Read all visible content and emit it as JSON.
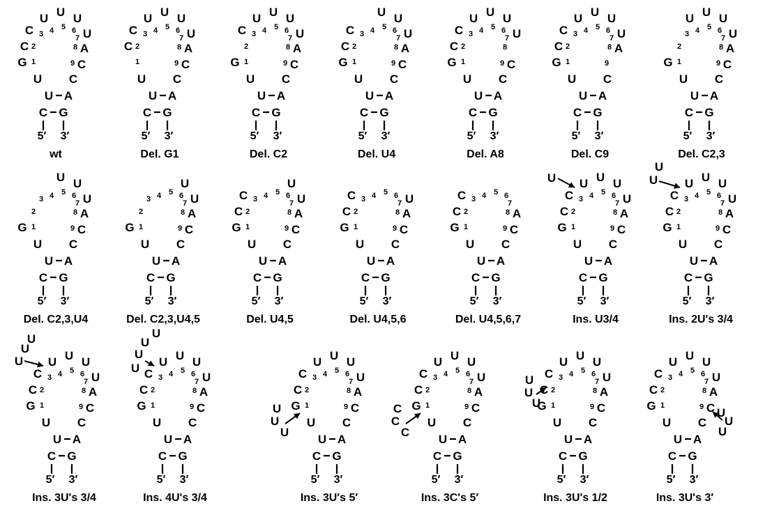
{
  "ink": "#000000",
  "background": "#ffffff",
  "panels": [
    {
      "caption": "wt",
      "loop": {
        "1": "G",
        "2": "C",
        "3": "C",
        "4": "U",
        "5": "U",
        "6": "U",
        "7": "U",
        "8": "A",
        "9": "C"
      },
      "indices": [
        "1",
        "2",
        "3",
        "4",
        "5",
        "6",
        "7",
        "8",
        "9"
      ],
      "stem": {
        "n1": "U",
        "n2": "A",
        "n3": "C",
        "n4": "G"
      },
      "ends": {
        "five": "5′",
        "three": "3′"
      }
    },
    {
      "caption": "Del. G1",
      "loop": {
        "2": "C",
        "3": "C",
        "4": "U",
        "5": "U",
        "6": "U",
        "7": "U",
        "8": "A",
        "9": "C"
      },
      "indices": [
        "1",
        "2",
        "3",
        "4",
        "5",
        "6",
        "7",
        "8",
        "9"
      ],
      "stem": {
        "n1": "U",
        "n2": "A",
        "n3": "C",
        "n4": "G"
      },
      "ends": {
        "five": "5′",
        "three": "3′"
      }
    },
    {
      "caption": "Del. C2",
      "loop": {
        "1": "G",
        "3": "C",
        "4": "U",
        "5": "U",
        "6": "U",
        "7": "U",
        "8": "A",
        "9": "C"
      },
      "indices": [
        "1",
        "2",
        "3",
        "4",
        "5",
        "6",
        "7",
        "8",
        "9"
      ],
      "stem": {
        "n1": "U",
        "n2": "A",
        "n3": "C",
        "n4": "G"
      },
      "ends": {
        "five": "5′",
        "three": "3′"
      }
    },
    {
      "caption": "Del. U4",
      "loop": {
        "1": "G",
        "2": "C",
        "3": "C",
        "5": "U",
        "6": "U",
        "7": "U",
        "8": "A",
        "9": "C"
      },
      "indices": [
        "1",
        "2",
        "3",
        "4",
        "5",
        "6",
        "7",
        "8",
        "9"
      ],
      "stem": {
        "n1": "U",
        "n2": "A",
        "n3": "C",
        "n4": "G"
      },
      "ends": {
        "five": "5′",
        "three": "3′"
      }
    },
    {
      "caption": "Del. A8",
      "loop": {
        "1": "G",
        "2": "C",
        "3": "C",
        "4": "U",
        "5": "U",
        "6": "U",
        "7": "U",
        "9": "C"
      },
      "indices": [
        "1",
        "2",
        "3",
        "4",
        "5",
        "6",
        "7",
        "8",
        "9"
      ],
      "stem": {
        "n1": "U",
        "n2": "A",
        "n3": "C",
        "n4": "G"
      },
      "ends": {
        "five": "5′",
        "three": "3′"
      }
    },
    {
      "caption": "Del. C9",
      "loop": {
        "1": "G",
        "2": "C",
        "3": "C",
        "4": "U",
        "5": "U",
        "6": "U",
        "7": "U",
        "8": "A"
      },
      "indices": [
        "1",
        "2",
        "3",
        "4",
        "5",
        "6",
        "7",
        "8",
        "9"
      ],
      "stem": {
        "n1": "U",
        "n2": "A",
        "n3": "C",
        "n4": "G"
      },
      "ends": {
        "five": "5′",
        "three": "3′"
      }
    },
    {
      "caption": "Del. C2,3",
      "loop": {
        "1": "G",
        "4": "U",
        "5": "U",
        "6": "U",
        "7": "U",
        "8": "A",
        "9": "C"
      },
      "indices": [
        "1",
        "2",
        "3",
        "4",
        "5",
        "6",
        "7",
        "8",
        "9"
      ],
      "stem": {
        "n1": "U",
        "n2": "A",
        "n3": "C",
        "n4": "G"
      },
      "ends": {
        "five": "5′",
        "three": "3′"
      }
    },
    {
      "caption": "Del. C2,3,U4",
      "loop": {
        "1": "G",
        "5": "U",
        "6": "U",
        "7": "U",
        "8": "A",
        "9": "C"
      },
      "indices": [
        "1",
        "2",
        "3",
        "4",
        "5",
        "6",
        "7",
        "8",
        "9"
      ],
      "stem": {
        "n1": "U",
        "n2": "A",
        "n3": "C",
        "n4": "G"
      },
      "ends": {
        "five": "5′",
        "three": "3′"
      }
    },
    {
      "caption": "Del. C2,3,U4,5",
      "loop": {
        "1": "G",
        "6": "U",
        "7": "U",
        "8": "A",
        "9": "C"
      },
      "indices": [
        "1",
        "2",
        "3",
        "4",
        "5",
        "6",
        "7",
        "8",
        "9"
      ],
      "stem": {
        "n1": "U",
        "n2": "A",
        "n3": "C",
        "n4": "G"
      },
      "ends": {
        "five": "5′",
        "three": "3′"
      }
    },
    {
      "caption": "Del. U4,5",
      "loop": {
        "1": "G",
        "2": "C",
        "3": "C",
        "6": "U",
        "7": "U",
        "8": "A",
        "9": "C"
      },
      "indices": [
        "1",
        "2",
        "3",
        "4",
        "5",
        "6",
        "7",
        "8",
        "9"
      ],
      "stem": {
        "n1": "U",
        "n2": "A",
        "n3": "C",
        "n4": "G"
      },
      "ends": {
        "five": "5′",
        "three": "3′"
      }
    },
    {
      "caption": "Del. U4,5,6",
      "loop": {
        "1": "G",
        "2": "C",
        "3": "C",
        "7": "U",
        "8": "A",
        "9": "C"
      },
      "indices": [
        "1",
        "2",
        "3",
        "4",
        "5",
        "6",
        "7",
        "8",
        "9"
      ],
      "stem": {
        "n1": "U",
        "n2": "A",
        "n3": "C",
        "n4": "G"
      },
      "ends": {
        "five": "5′",
        "three": "3′"
      }
    },
    {
      "caption": "Del. U4,5,6,7",
      "loop": {
        "1": "G",
        "2": "C",
        "3": "C",
        "8": "A",
        "9": "C"
      },
      "indices": [
        "1",
        "2",
        "3",
        "4",
        "5",
        "6",
        "7",
        "8",
        "9"
      ],
      "stem": {
        "n1": "U",
        "n2": "A",
        "n3": "C",
        "n4": "G"
      },
      "ends": {
        "five": "5′",
        "three": "3′"
      }
    },
    {
      "caption": "Ins. U3/4",
      "loop": {
        "1": "G",
        "2": "C",
        "3": "C",
        "4": "U",
        "5": "U",
        "6": "U",
        "7": "U",
        "8": "A",
        "9": "C"
      },
      "indices": [
        "1",
        "2",
        "3",
        "4",
        "5",
        "6",
        "7",
        "8",
        "9"
      ],
      "stem": {
        "n1": "U",
        "n2": "A",
        "n3": "C",
        "n4": "G"
      },
      "ends": {
        "five": "5′",
        "three": "3′"
      },
      "insertion": {
        "site": "3/4",
        "bases": [
          "U"
        ]
      }
    },
    {
      "caption": "Ins. 2U's 3/4",
      "loop": {
        "1": "G",
        "2": "C",
        "3": "C",
        "4": "U",
        "5": "U",
        "6": "U",
        "7": "U",
        "8": "A",
        "9": "C"
      },
      "indices": [
        "1",
        "2",
        "3",
        "4",
        "5",
        "6",
        "7",
        "8",
        "9"
      ],
      "stem": {
        "n1": "U",
        "n2": "A",
        "n3": "C",
        "n4": "G"
      },
      "ends": {
        "five": "5′",
        "three": "3′"
      },
      "insertion": {
        "site": "3/4",
        "bases": [
          "U",
          "U"
        ]
      }
    },
    {
      "caption": "Ins. 3U's 3/4",
      "loop": {
        "1": "G",
        "2": "C",
        "3": "C",
        "4": "U",
        "5": "U",
        "6": "U",
        "7": "U",
        "8": "A",
        "9": "C"
      },
      "indices": [
        "1",
        "2",
        "3",
        "4",
        "5",
        "6",
        "7",
        "8",
        "9"
      ],
      "stem": {
        "n1": "U",
        "n2": "A",
        "n3": "C",
        "n4": "G"
      },
      "ends": {
        "five": "5′",
        "three": "3′"
      },
      "insertion": {
        "site": "3/4",
        "bases": [
          "U",
          "U",
          "U"
        ]
      }
    },
    {
      "caption": "Ins. 4U's 3/4",
      "loop": {
        "1": "G",
        "2": "C",
        "3": "C",
        "4": "U",
        "5": "U",
        "6": "U",
        "7": "U",
        "8": "A",
        "9": "C"
      },
      "indices": [
        "1",
        "2",
        "3",
        "4",
        "5",
        "6",
        "7",
        "8",
        "9"
      ],
      "stem": {
        "n1": "U",
        "n2": "A",
        "n3": "C",
        "n4": "G"
      },
      "ends": {
        "five": "5′",
        "three": "3′"
      },
      "insertion": {
        "site": "3/4",
        "bases": [
          "U",
          "U",
          "U",
          "U"
        ]
      }
    },
    {
      "caption": "Ins. 3U's 5′",
      "loop": {
        "1": "G",
        "2": "C",
        "3": "C",
        "4": "U",
        "5": "U",
        "6": "U",
        "7": "U",
        "8": "A",
        "9": "C"
      },
      "indices": [
        "1",
        "2",
        "3",
        "4",
        "5",
        "6",
        "7",
        "8",
        "9"
      ],
      "stem": {
        "n1": "U",
        "n2": "A",
        "n3": "C",
        "n4": "G"
      },
      "ends": {
        "five": "5′",
        "three": "3′"
      },
      "insertion": {
        "site": "5′",
        "bases": [
          "U",
          "U",
          "U"
        ]
      }
    },
    {
      "caption": "Ins. 3C's 5′",
      "loop": {
        "1": "G",
        "2": "C",
        "3": "C",
        "4": "U",
        "5": "U",
        "6": "U",
        "7": "U",
        "8": "A",
        "9": "C"
      },
      "indices": [
        "1",
        "2",
        "3",
        "4",
        "5",
        "6",
        "7",
        "8",
        "9"
      ],
      "stem": {
        "n1": "U",
        "n2": "A",
        "n3": "C",
        "n4": "G"
      },
      "ends": {
        "five": "5′",
        "three": "3′"
      },
      "insertion": {
        "site": "5′",
        "bases": [
          "C",
          "C",
          "C"
        ]
      }
    },
    {
      "caption": "Ins. 3U's 1/2",
      "loop": {
        "1": "G",
        "2": "C",
        "3": "C",
        "4": "U",
        "5": "U",
        "6": "U",
        "7": "U",
        "8": "A",
        "9": "C"
      },
      "indices": [
        "1",
        "2",
        "3",
        "4",
        "5",
        "6",
        "7",
        "8",
        "9"
      ],
      "stem": {
        "n1": "U",
        "n2": "A",
        "n3": "C",
        "n4": "G"
      },
      "ends": {
        "five": "5′",
        "three": "3′"
      },
      "insertion": {
        "site": "1/2",
        "bases": [
          "U",
          "U",
          "U"
        ]
      }
    },
    {
      "caption": "Ins. 3U's 3′",
      "loop": {
        "1": "G",
        "2": "C",
        "3": "C",
        "4": "U",
        "5": "U",
        "6": "U",
        "7": "U",
        "8": "A",
        "9": "C"
      },
      "indices": [
        "1",
        "2",
        "3",
        "4",
        "5",
        "6",
        "7",
        "8",
        "9"
      ],
      "stem": {
        "n1": "U",
        "n2": "A",
        "n3": "C",
        "n4": "G"
      },
      "ends": {
        "five": "5′",
        "three": "3′"
      },
      "insertion": {
        "site": "3′",
        "bases": [
          "U",
          "U",
          "U"
        ]
      }
    }
  ]
}
